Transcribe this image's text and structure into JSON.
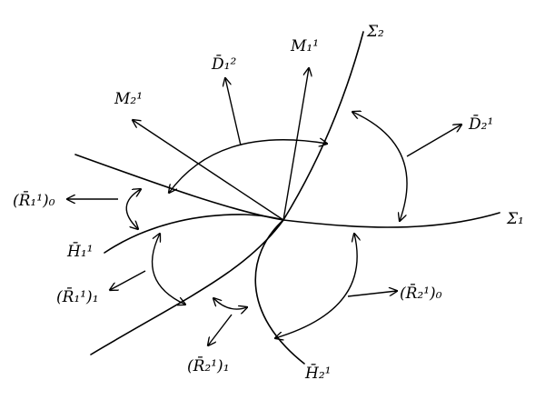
{
  "diagram": {
    "curves": {
      "sigma1": "Σ₁",
      "sigma2": "Σ₂",
      "h1bar": "H̄₁¹",
      "h2bar": "H̄₂¹"
    },
    "vectors": {
      "M1": "M₁¹",
      "M2": "M₂¹",
      "D1": "D̄₁²",
      "D2": "D̄₂¹",
      "R1_0": "(R̄₁¹)₀",
      "R1_1": "(R̄₁¹)₁",
      "R2_0": "(R̄₂¹)₀",
      "R2_1": "(R̄₂¹)₁"
    },
    "colors": {
      "stroke": "#000000",
      "background": "#ffffff"
    }
  }
}
